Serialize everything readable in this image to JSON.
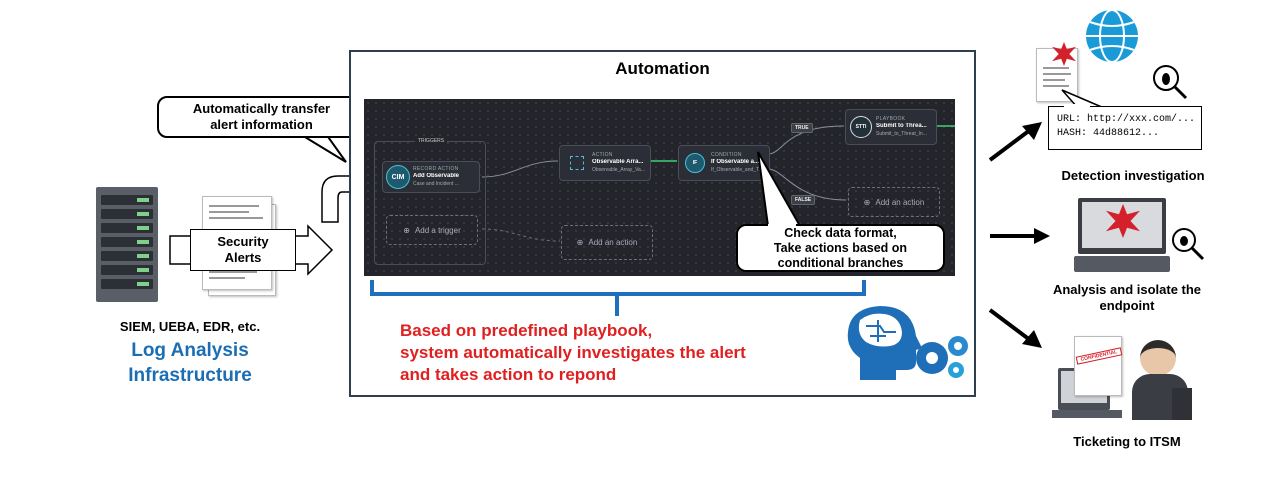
{
  "left": {
    "alerts_label": "Security\nAlerts",
    "sources": "SIEM, UEBA, EDR, etc.",
    "infra_title": "Log Analysis\nInfrastructure"
  },
  "callouts": {
    "transfer": "Automatically transfer\nalert information",
    "check": "Check data format,\nTake actions based on\nconditional branches"
  },
  "automation": {
    "title": "Automation",
    "description": "Based on predefined playbook,\nsystem automatically investigates the alert\nand takes action to repond"
  },
  "playbook": {
    "triggers_label": "TRIGGERS",
    "trigger_node": {
      "icon": "CIM",
      "kind": "RECORD ACTION",
      "name": "Add Observable",
      "sub": "Case and Incident ..."
    },
    "add_trigger": "Add a trigger",
    "action_node": {
      "kind": "ACTION",
      "name": "Observable Arra...",
      "sub": "Observable_Array_Va..."
    },
    "condition_node": {
      "icon": "IF",
      "kind": "CONDITION",
      "name": "If Observable a...",
      "sub": "If_Observable_and_T..."
    },
    "playbook_node": {
      "icon": "STTI",
      "kind": "PLAYBOOK",
      "name": "Submit to Threa...",
      "sub": "Submit_to_Threat_In..."
    },
    "true_label": "TRUE",
    "false_label": "FALSE",
    "add_action": "Add an action"
  },
  "right": {
    "detection": {
      "url": "URL:  http://xxx.com/...",
      "hash": "HASH:  44d88612...",
      "label": "Detection investigation"
    },
    "analysis_label": "Analysis  and isolate the\nendpoint",
    "ticket_label": "Ticketing to ITSM",
    "stamp": "CONFIDENTIAL"
  },
  "colors": {
    "accent_red": "#e02020",
    "accent_blue": "#1c6eb4",
    "screen_bg": "#23252b",
    "bracket": "#1f6fbf"
  }
}
